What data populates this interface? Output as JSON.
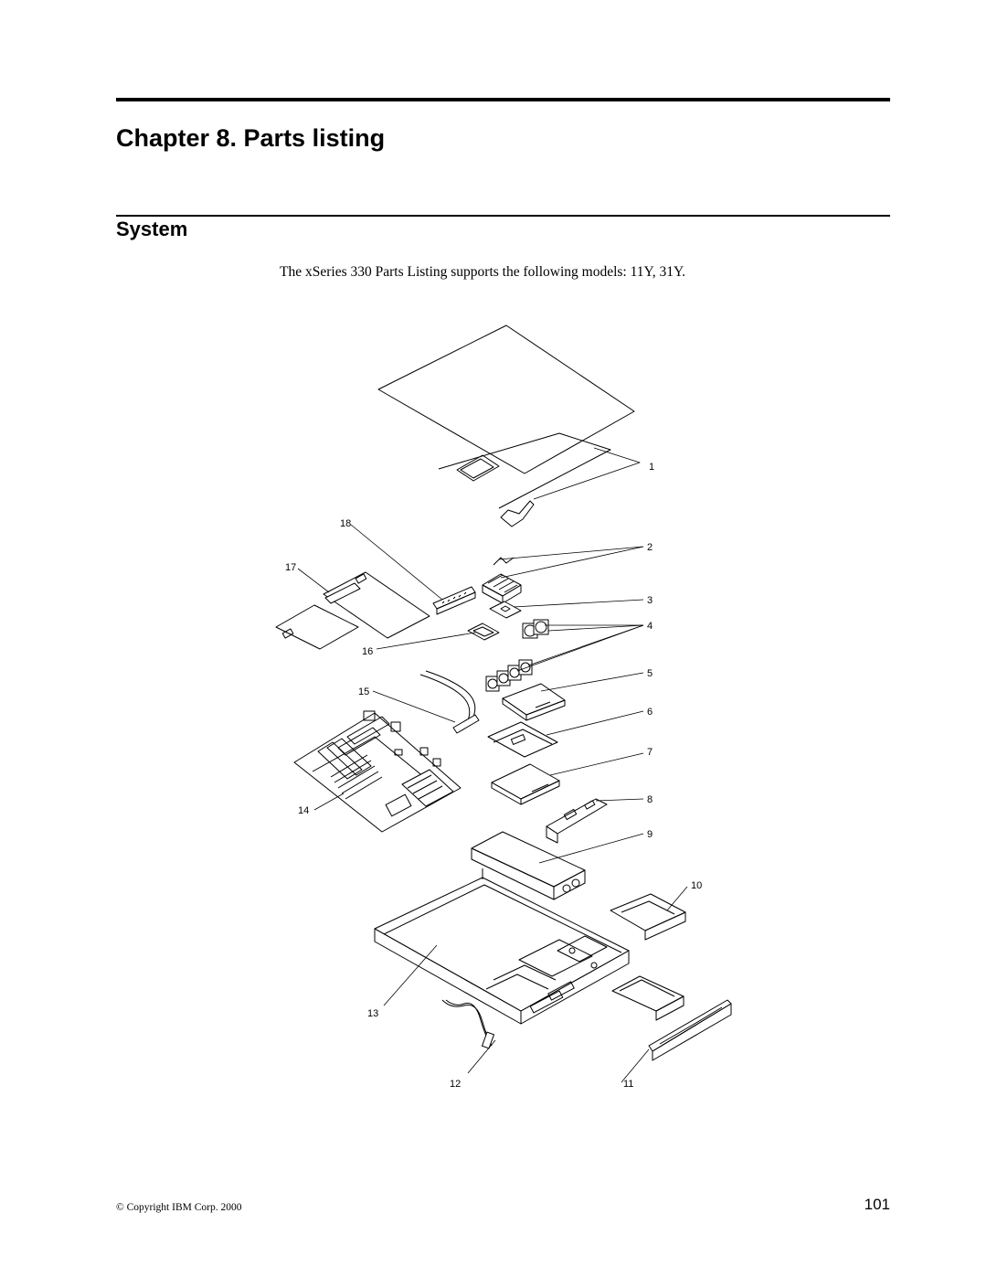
{
  "heading": {
    "chapter_title": "Chapter 8. Parts listing",
    "section_title": "System"
  },
  "intro_text": "The xSeries 330 Parts Listing supports the following models: 11Y, 31Y.",
  "figure": {
    "callouts": [
      "1",
      "2",
      "3",
      "4",
      "5",
      "6",
      "7",
      "8",
      "9",
      "10",
      "11",
      "12",
      "13",
      "14",
      "15",
      "16",
      "17",
      "18"
    ]
  },
  "footer": {
    "copyright": "© Copyright IBM Corp.  2000",
    "page_number": "101"
  }
}
